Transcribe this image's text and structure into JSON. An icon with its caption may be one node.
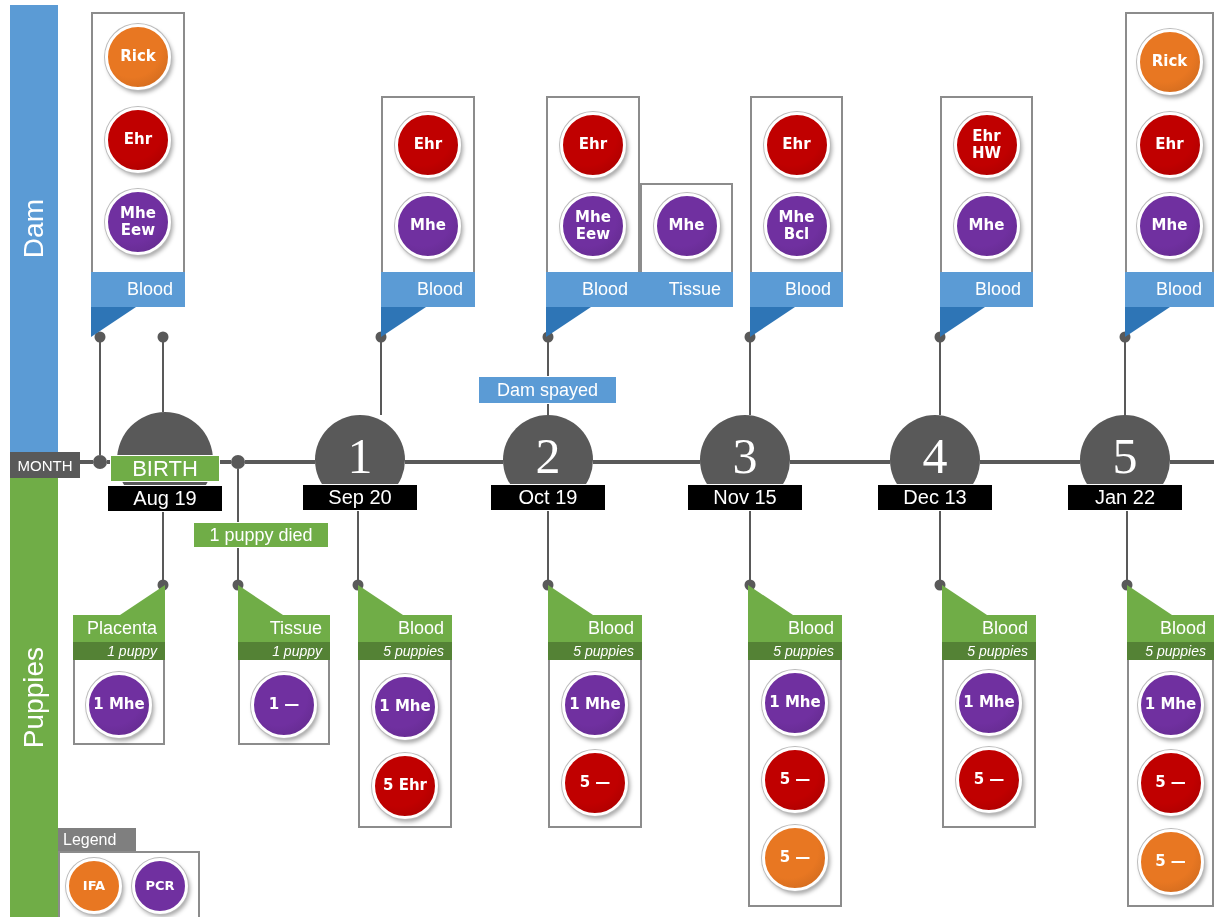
{
  "diagram": {
    "nodes": [
      {
        "text": [
          "Dam"
        ]
      },
      {
        "text": [
          "Puppies"
        ]
      },
      {
        "text": [
          "MONTH"
        ]
      },
      {
        "text": [],
        "shape": "circle"
      },
      {
        "text": [
          "BIRTH",
          "Aug 19"
        ]
      },
      {
        "text": [],
        "shape": "circle"
      },
      {
        "text": [
          "1",
          "Sep 20"
        ]
      },
      {
        "text": [
          "2",
          "Oct 19"
        ]
      },
      {
        "text": [
          "3",
          "Nov 15"
        ]
      },
      {
        "text": [
          "4",
          "Dec 13"
        ]
      },
      {
        "text": [
          "5",
          "Jan 22"
        ]
      },
      {
        "text": [
          "Blood"
        ]
      },
      {
        "text": [
          "Rick"
        ],
        "in": 11
      },
      {
        "text": [
          "Ehr"
        ],
        "in": 11
      },
      {
        "text": [
          "Mhe Eew"
        ],
        "in": 11
      },
      {
        "text": [
          "Blood"
        ]
      },
      {
        "text": [
          "Ehr"
        ],
        "in": 15
      },
      {
        "text": [
          "Mhe"
        ],
        "in": 15
      },
      {
        "text": [
          "Blood"
        ]
      },
      {
        "text": [
          "Ehr"
        ],
        "in": 18
      },
      {
        "text": [
          "Mhe Eew"
        ],
        "in": 18
      },
      {
        "text": [
          "Tissue"
        ]
      },
      {
        "text": [
          "Mhe"
        ],
        "in": 21
      },
      {
        "text": [
          "Blood"
        ]
      },
      {
        "text": [
          "Ehr"
        ],
        "in": 23
      },
      {
        "text": [
          "Mhe Bcl"
        ],
        "in": 23
      },
      {
        "text": [
          "Blood"
        ]
      },
      {
        "text": [
          "Ehr HW"
        ],
        "in": 26
      },
      {
        "text": [
          "Mhe"
        ],
        "in": 26
      },
      {
        "text": [
          "Blood"
        ]
      },
      {
        "text": [
          "Rick"
        ],
        "in": 29
      },
      {
        "text": [
          "Ehr"
        ],
        "in": 29
      },
      {
        "text": [
          "Mhe"
        ],
        "in": 29
      },
      {
        "text": [
          "Placenta",
          "1 puppy"
        ]
      },
      {
        "text": [
          "1 Mhe"
        ],
        "in": 33
      },
      {
        "text": [
          "Tissue",
          "1 puppy"
        ]
      },
      {
        "text": [
          "1 —"
        ],
        "in": 35
      },
      {
        "text": [
          "Blood",
          "5 puppies"
        ]
      },
      {
        "text": [
          "1 Mhe"
        ],
        "in": 37
      },
      {
        "text": [
          "5 Ehr"
        ],
        "in": 37
      },
      {
        "text": [
          "Blood",
          "5 puppies"
        ]
      },
      {
        "text": [
          "1 Mhe"
        ],
        "in": 40
      },
      {
        "text": [
          "5 —"
        ],
        "in": 40
      },
      {
        "text": [
          "Blood",
          "5 puppies"
        ]
      },
      {
        "text": [
          "1 Mhe"
        ],
        "in": 43
      },
      {
        "text": [
          "5 —"
        ],
        "in": 43
      },
      {
        "text": [
          "5 —"
        ],
        "in": 43
      },
      {
        "text": [
          "Blood",
          "5 puppies"
        ]
      },
      {
        "text": [
          "1 Mhe"
        ],
        "in": 47
      },
      {
        "text": [
          "5 —"
        ],
        "in": 47
      },
      {
        "text": [
          "Blood",
          "5 puppies"
        ]
      },
      {
        "text": [
          "1 Mhe"
        ],
        "in": 50
      },
      {
        "text": [
          "5 —"
        ],
        "in": 50
      },
      {
        "text": [
          "5 —"
        ],
        "in": 50
      }
    ],
    "edges": [
      {
        "from": 2,
        "to": 3,
        "arrow": "none",
        "style": "thick"
      },
      {
        "from": 3,
        "to": 4,
        "arrow": "none",
        "style": "thick"
      },
      {
        "from": 4,
        "to": 5,
        "arrow": "none",
        "style": "thick"
      },
      {
        "from": 5,
        "to": 6,
        "arrow": "none",
        "style": "thick"
      },
      {
        "from": 6,
        "to": 7,
        "arrow": "none",
        "style": "thick"
      },
      {
        "from": 7,
        "to": 8,
        "arrow": "none",
        "style": "thick"
      },
      {
        "from": 8,
        "to": 9,
        "arrow": "none",
        "style": "thick"
      },
      {
        "from": 9,
        "to": 10,
        "arrow": "none",
        "style": "thick"
      },
      {
        "from": 3,
        "to": 11,
        "arrow": "other"
      },
      {
        "from": 4,
        "to": 11,
        "arrow": "other"
      },
      {
        "from": 4,
        "to": 33,
        "arrow": "other"
      },
      {
        "from": 5,
        "to": 35,
        "arrow": "other",
        "label": "1 puppy died"
      },
      {
        "from": 6,
        "to": 15,
        "arrow": "other"
      },
      {
        "from": 6,
        "to": 37,
        "arrow": "other"
      },
      {
        "from": 7,
        "to": 18,
        "arrow": "other",
        "label": "Dam spayed"
      },
      {
        "from": 7,
        "to": 40,
        "arrow": "other"
      },
      {
        "from": 8,
        "to": 23,
        "arrow": "other"
      },
      {
        "from": 8,
        "to": 43,
        "arrow": "other"
      },
      {
        "from": 9,
        "to": 26,
        "arrow": "other"
      },
      {
        "from": 9,
        "to": 47,
        "arrow": "other"
      },
      {
        "from": 10,
        "to": 29,
        "arrow": "other"
      },
      {
        "from": 10,
        "to": 50,
        "arrow": "other"
      }
    ],
    "labels": [
      "Legend"
    ],
    "legend": [
      {
        "text": "IFA",
        "color": "#e87722"
      },
      {
        "text": "PCR",
        "color": "#7030a0"
      }
    ]
  }
}
